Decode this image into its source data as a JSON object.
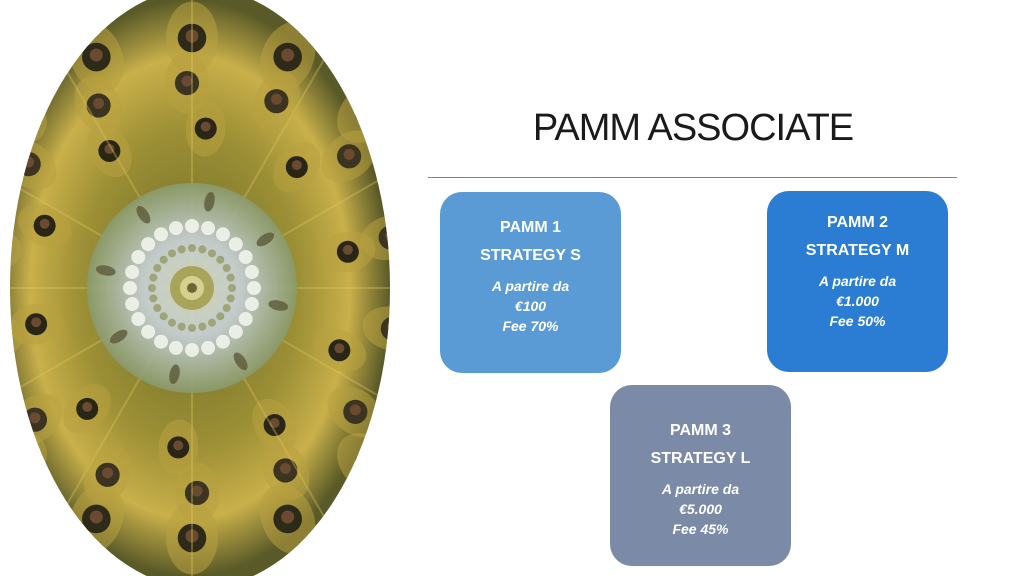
{
  "slide": {
    "title": "PAMM ASSOCIATE"
  },
  "cards": [
    {
      "name": "PAMM 1",
      "strategy": "STRATEGY  S",
      "from_label": "A partire da",
      "min_amount": "€100",
      "fee": "Fee 70%",
      "color": "#5b9bd5"
    },
    {
      "name": "PAMM 2",
      "strategy": "STRATEGY  M",
      "from_label": "A partire da",
      "min_amount": "€1.000",
      "fee": "Fee 50%",
      "color": "#2b7cd3"
    },
    {
      "name": "PAMM 3",
      "strategy": "STRATEGY  L",
      "from_label": "A partire da",
      "min_amount": "€5.000",
      "fee": "Fee 45%",
      "color": "#7b8aa6"
    }
  ],
  "image": {
    "icon": "kaleidoscope-image"
  }
}
